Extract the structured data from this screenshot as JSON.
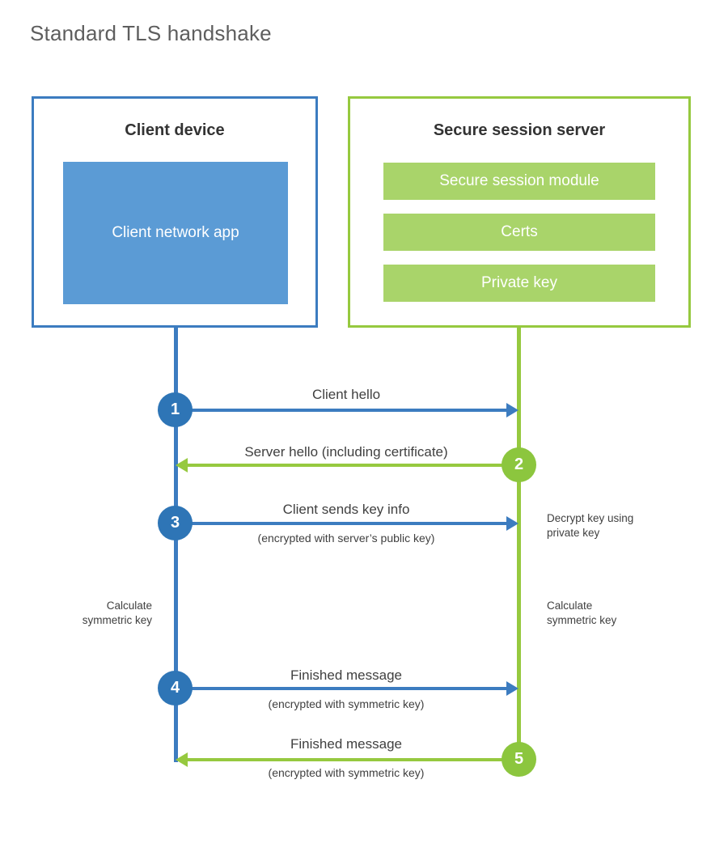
{
  "diagram": {
    "title": "Standard TLS handshake",
    "accent_blue": "#3c7cc0",
    "accent_green": "#96c93f",
    "client_app_fill": "#5b9bd5",
    "server_bar_fill": "#a9d46a",
    "circle_blue": "#2e75b6",
    "circle_green": "#8cc63e"
  },
  "client": {
    "title": "Client device",
    "app_label": "Client network app"
  },
  "server": {
    "title": "Secure session server",
    "components": [
      {
        "label": "Secure session module"
      },
      {
        "label": "Certs"
      },
      {
        "label": "Private key"
      }
    ]
  },
  "steps": [
    {
      "number": "1",
      "label": "Client hello",
      "sub": "",
      "direction": "client-to-server",
      "color": "blue"
    },
    {
      "number": "2",
      "label": "Server hello (including certificate)",
      "sub": "",
      "direction": "server-to-client",
      "color": "green"
    },
    {
      "number": "3",
      "label": "Client sends key info",
      "sub": "(encrypted with server’s public key)",
      "direction": "client-to-server",
      "color": "blue"
    },
    {
      "number": "4",
      "label": "Finished message",
      "sub": "(encrypted with symmetric key)",
      "direction": "client-to-server",
      "color": "blue"
    },
    {
      "number": "5",
      "label": "Finished message",
      "sub": "(encrypted with symmetric key)",
      "direction": "server-to-client",
      "color": "green"
    }
  ],
  "notes": {
    "decrypt_line1": "Decrypt key using",
    "decrypt_line2": "private key",
    "client_calc_line1": "Calculate",
    "client_calc_line2": "symmetric key",
    "server_calc_line1": "Calculate",
    "server_calc_line2": "symmetric key"
  }
}
